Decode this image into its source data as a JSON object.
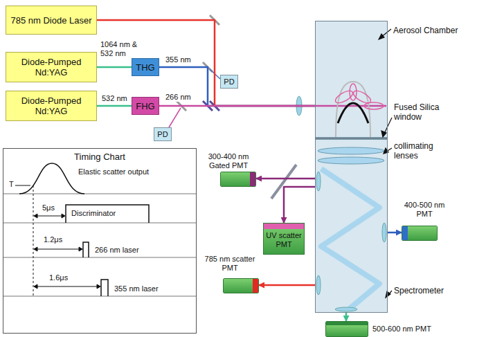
{
  "diagram": {
    "nodes": [
      {
        "text": [
          "785 nm Diode Laser"
        ]
      },
      {
        "text": [
          "Diode-Pumped Nd:YAG"
        ]
      },
      {
        "text": [
          "THG"
        ]
      },
      {
        "text": [
          "Diode-Pumped Nd:YAG"
        ]
      },
      {
        "text": [
          "FHG"
        ]
      },
      {
        "text": [
          "PD"
        ]
      },
      {
        "text": [
          "PD"
        ]
      },
      {
        "text": [
          "Aerosol Chamber"
        ]
      },
      {
        "text": [
          "Spectrometer"
        ]
      },
      {
        "text": [
          "300-400 nm Gated PMT"
        ]
      },
      {
        "text": [
          "UV scatter PMT"
        ]
      },
      {
        "text": [
          "400-500 nm PMT"
        ]
      },
      {
        "text": [
          "785 nm scatter PMT"
        ]
      },
      {
        "text": [
          "500-600 nm PMT"
        ]
      },
      {
        "text": [
          "Timing Chart"
        ]
      }
    ],
    "edges": [
      {
        "from": 0,
        "to": 7,
        "arrow": "none"
      },
      {
        "from": 1,
        "to": 2,
        "arrow": "none"
      },
      {
        "from": 2,
        "to": 7,
        "arrow": "none"
      },
      {
        "from": 3,
        "to": 4,
        "arrow": "none"
      },
      {
        "from": 4,
        "to": 7,
        "arrow": "none"
      },
      {
        "from": 8,
        "to": 9,
        "arrow": "to"
      },
      {
        "from": 8,
        "to": 10,
        "arrow": "to"
      },
      {
        "from": 8,
        "to": 11,
        "arrow": "to"
      },
      {
        "from": 8,
        "to": 12,
        "arrow": "to"
      },
      {
        "from": 8,
        "to": 13,
        "arrow": "to"
      }
    ],
    "labels": [
      "1064 nm & 532 nm",
      "355 nm",
      "532 nm",
      "266 nm",
      "Fused Silica window",
      "collimating lenses",
      "Elastic scatter output",
      "T",
      "5μs",
      "Discriminator",
      "1.2μs",
      "266 nm laser",
      "1.6μs",
      "355 nm laser"
    ]
  }
}
